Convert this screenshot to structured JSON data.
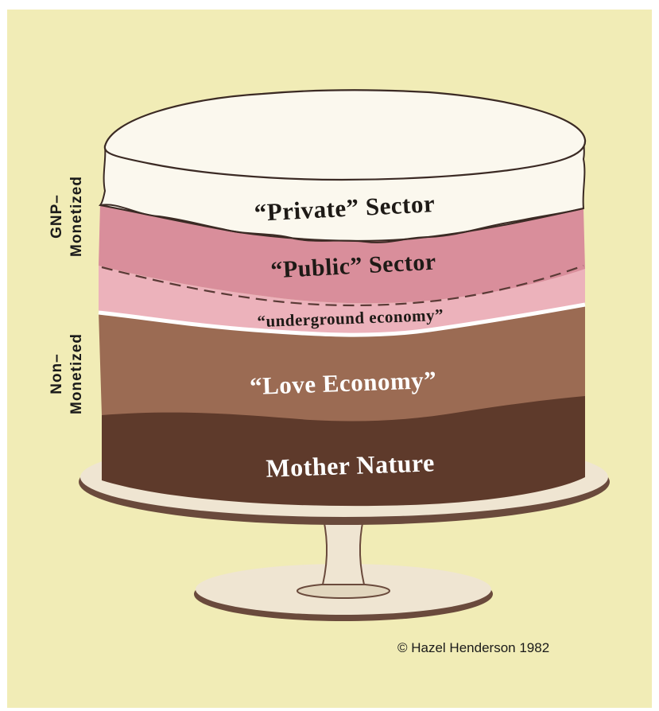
{
  "side_labels": {
    "gnp_line1": "GNP–",
    "gnp_line2": "Monetized",
    "non_line1": "Non–",
    "non_line2": "Monetized"
  },
  "layers": {
    "private": "“Private” Sector",
    "public": "“Public” Sector",
    "underground": "“underground economy”",
    "love": "“Love Economy”",
    "mother": "Mother Nature"
  },
  "copyright": "© Hazel Henderson 1982",
  "colors": {
    "background": "#f1ecb6",
    "icing": "#fbf8ee",
    "public": "#d98e9b",
    "underground": "#ecb2bb",
    "love": "#9b6b53",
    "mother": "#5e3a2b",
    "stand": "#efe5d2",
    "stand_edge": "#6a4a3c"
  }
}
